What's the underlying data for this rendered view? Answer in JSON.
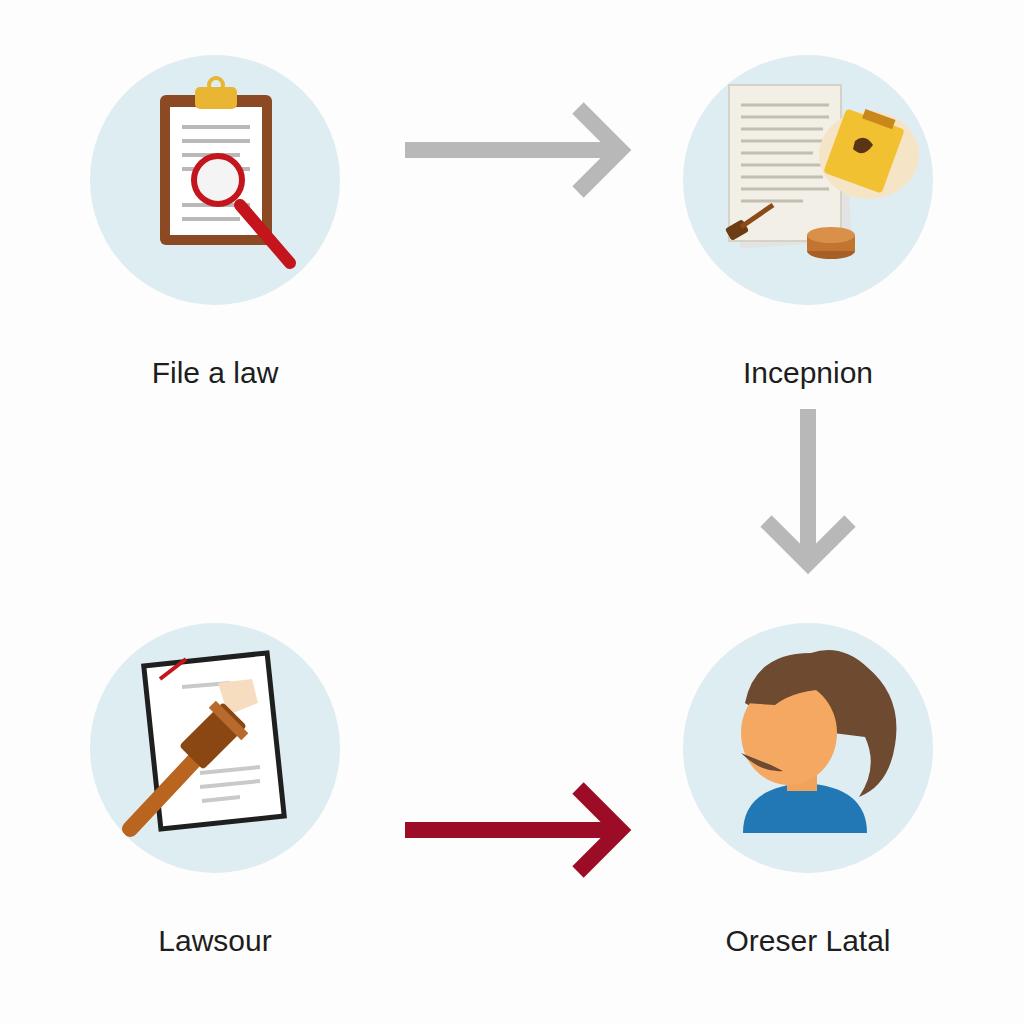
{
  "diagram": {
    "nodes": [
      {
        "text": [
          "File a law"
        ]
      },
      {
        "text": [
          "Incepnion"
        ]
      },
      {
        "text": [
          "Lawsour"
        ]
      },
      {
        "text": [
          "Oreser Latal"
        ]
      }
    ],
    "edges": [
      {
        "from": 0,
        "to": 1,
        "arrow": "to"
      },
      {
        "from": 1,
        "to": 3,
        "arrow": "to"
      },
      {
        "from": 2,
        "to": 3,
        "arrow": "to"
      }
    ]
  }
}
